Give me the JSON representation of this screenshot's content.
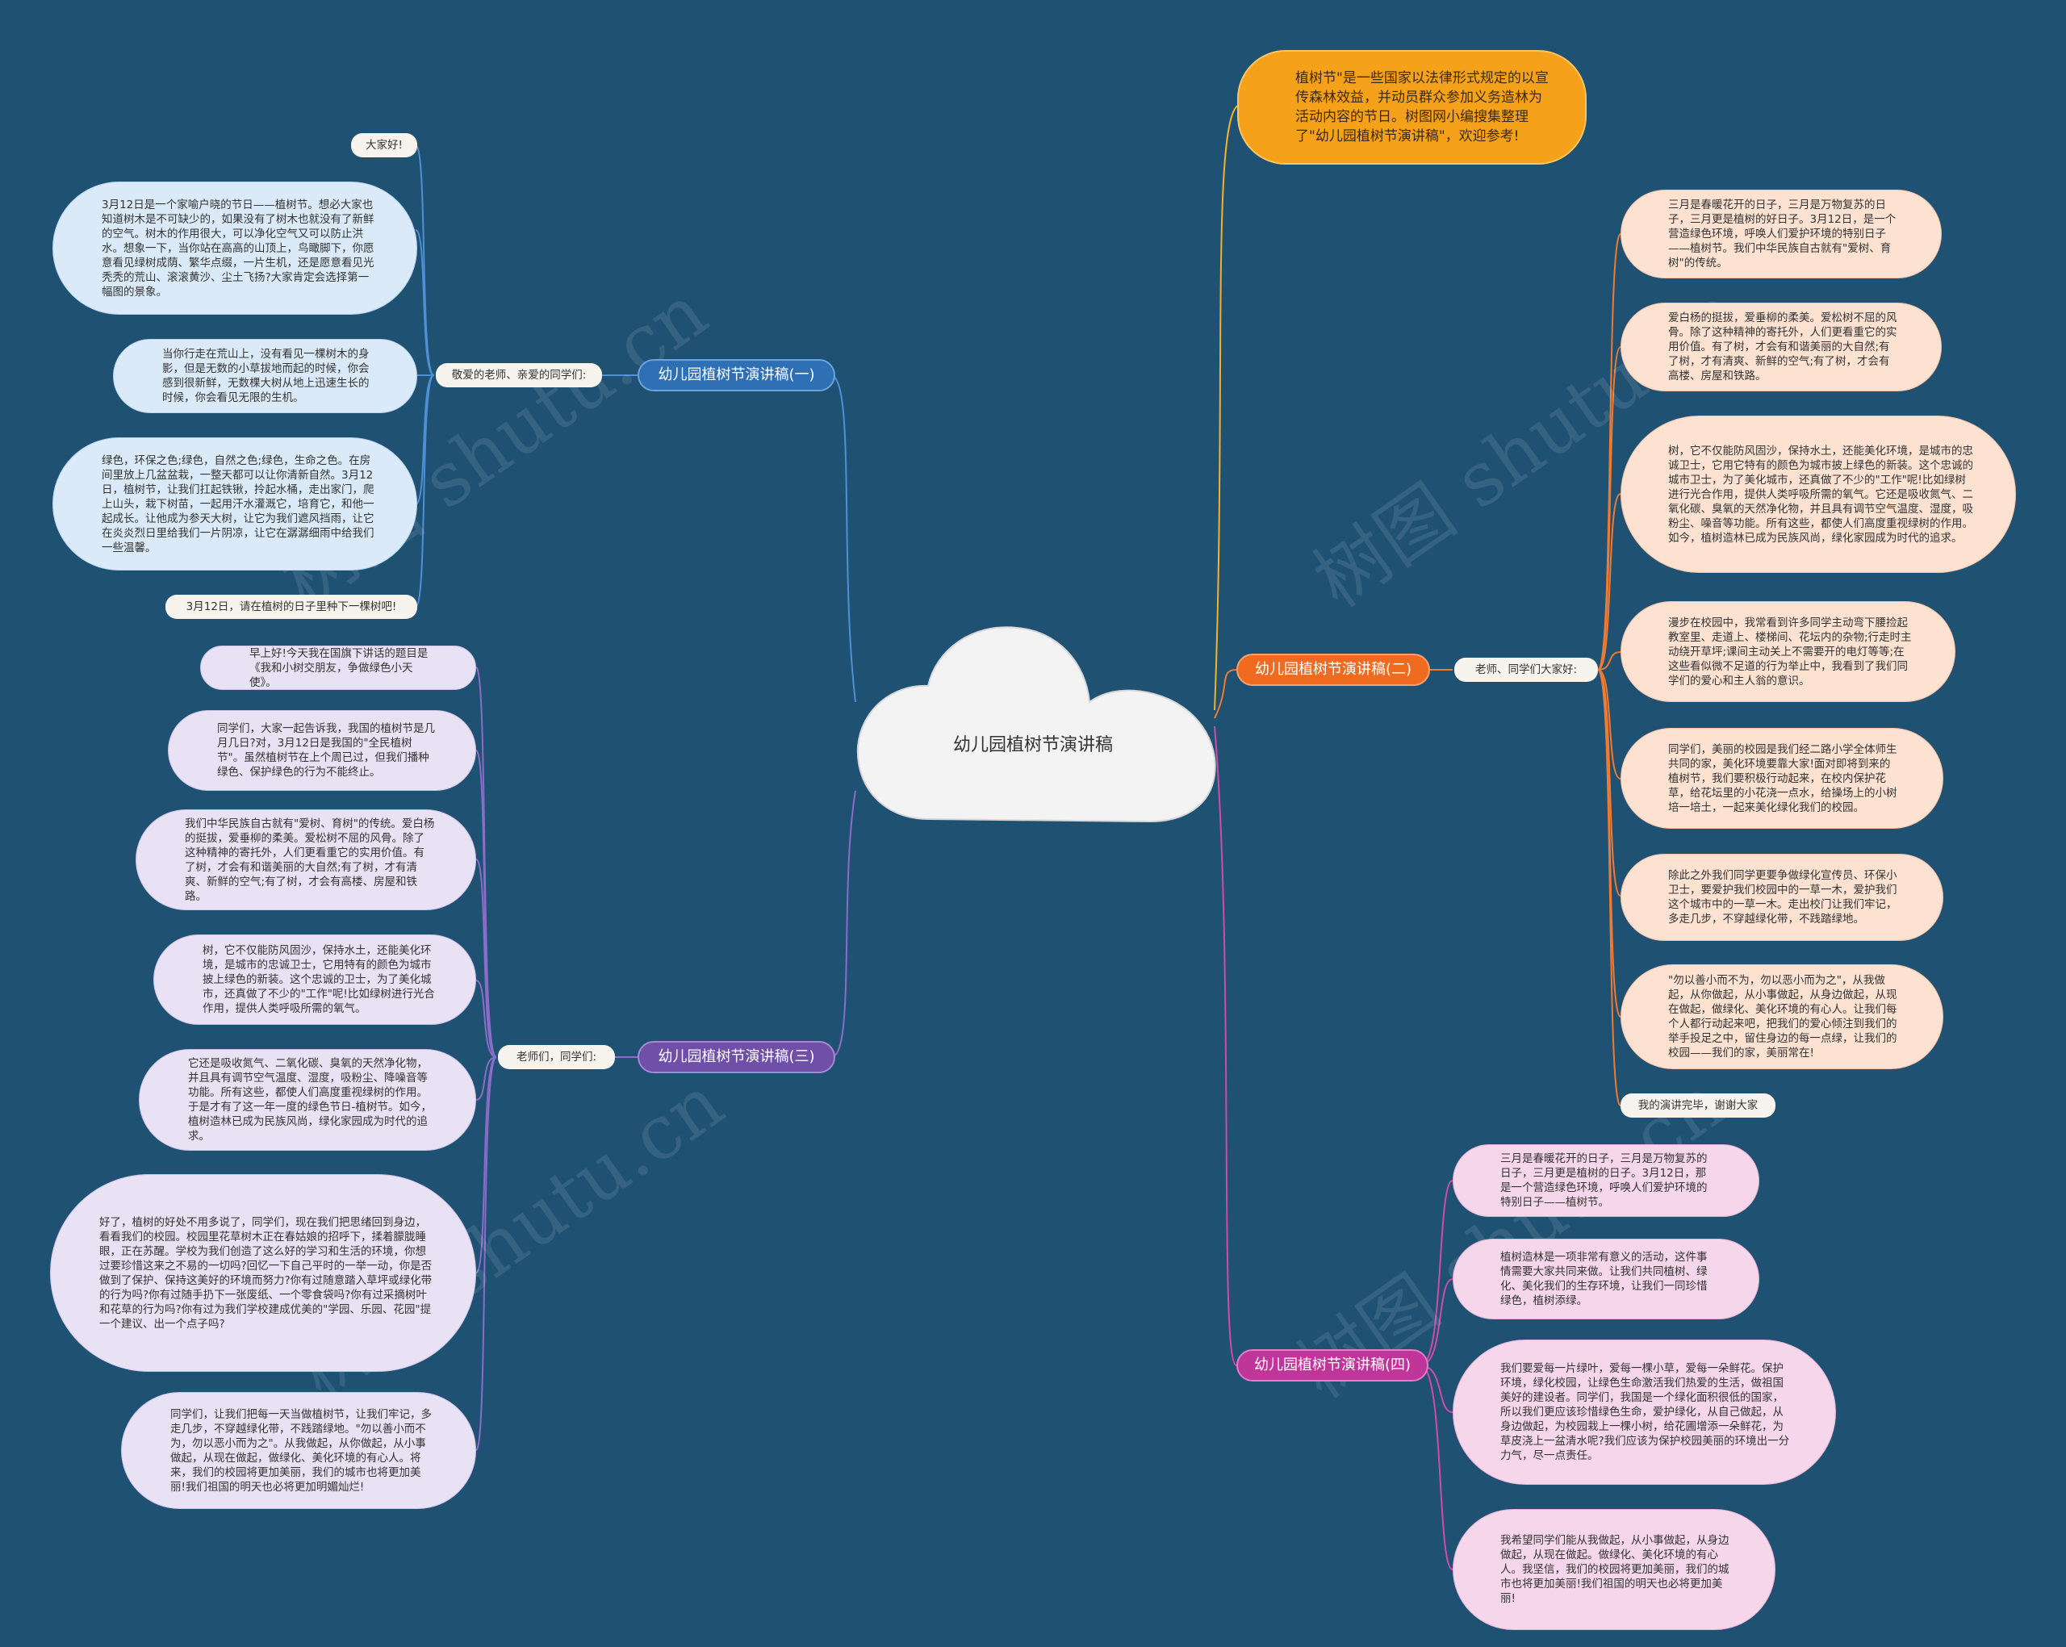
{
  "center": "幼儿园植树节演讲稿",
  "intro": "植树节\"是一些国家以法律形式规定的以宣传森林效益，并动员群众参加义务造林为活动内容的节日。树图网小编搜集整理了\"幼儿园植树节演讲稿\"，欢迎参考!",
  "watermark": "树图 shutu.cn",
  "branch1": {
    "title": "幼儿园植树节演讲稿(一)",
    "sub": "敬爱的老师、亲爱的同学们:",
    "leaves": [
      "大家好!",
      "3月12日是一个家喻户晓的节日——植树节。想必大家也知道树木是不可缺少的，如果没有了树木也就没有了新鲜的空气。树木的作用很大，可以净化空气又可以防止洪水。想象一下，当你站在高高的山顶上，鸟瞰脚下，你愿意看见绿树成荫、繁华点缀，一片生机，还是愿意看见光秃秃的荒山、滚滚黄沙、尘土飞扬?大家肯定会选择第一幅图的景象。",
      "当你行走在荒山上，没有看见一棵树木的身影，但是无数的小草拔地而起的时候，你会感到很新鲜，无数棵大树从地上迅速生长的时候，你会看见无限的生机。",
      "绿色，环保之色;绿色，自然之色;绿色，生命之色。在房间里放上几盆盆栽，一整天都可以让你清新自然。3月12日，植树节，让我们扛起铁锹，拎起水桶，走出家门，爬上山头，栽下树苗，一起用汗水灌溉它，培育它，和他一起成长。让他成为参天大树，让它为我们遮风挡雨，让它在炎炎烈日里给我们一片阴凉，让它在潺潺细雨中给我们一些温馨。",
      "3月12日，请在植树的日子里种下一棵树吧!"
    ]
  },
  "branch2": {
    "title": "幼儿园植树节演讲稿(二)",
    "sub": "老师、同学们大家好:",
    "leaves": [
      "三月是春暖花开的日子，三月是万物复苏的日子，三月更是植树的好日子。3月12日，是一个营造绿色环境，呼唤人们爱护环境的特别日子——植树节。我们中华民族自古就有\"爱树、育树\"的传统。",
      "爱白杨的挺拔，爱垂柳的柔美。爱松树不屈的风骨。除了这种精神的寄托外，人们更看重它的实用价值。有了树，才会有和谐美丽的大自然;有了树，才有清爽、新鲜的空气;有了树，才会有高楼、房屋和铁路。",
      "树，它不仅能防风固沙，保持水土，还能美化环境，是城市的忠诚卫士，它用它特有的颜色为城市披上绿色的新装。这个忠诚的城市卫士，为了美化城市，还真做了不少的\"工作\"呢!比如绿树进行光合作用，提供人类呼吸所需的氧气。它还是吸收氮气、二氧化碳、臭氧的天然净化物，并且具有调节空气温度、湿度，吸粉尘、噪音等功能。所有这些，都使人们高度重视绿树的作用。如今，植树造林已成为民族风尚，绿化家园成为时代的追求。",
      "漫步在校园中，我常看到许多同学主动弯下腰捡起教室里、走道上、楼梯间、花坛内的杂物;行走时主动绕开草坪;课间主动关上不需要开的电灯等等;在这些看似微不足道的行为举止中，我看到了我们同学们的爱心和主人翁的意识。",
      "同学们，美丽的校园是我们经二路小学全体师生共同的家，美化环境要靠大家!面对即将到来的植树节，我们要积极行动起来，在校内保护花草，给花坛里的小花浇一点水，给操场上的小树培一培土，一起来美化绿化我们的校园。",
      "除此之外我们同学更要争做绿化宣传员、环保小卫士，要爱护我们校园中的一草一木，爱护我们这个城市中的一草一木。走出校门让我们牢记，多走几步，不穿越绿化带，不践踏绿地。",
      "\"勿以善小而不为，勿以恶小而为之\"，从我做起，从你做起，从小事做起，从身边做起，从现在做起，做绿化、美化环境的有心人。让我们每个人都行动起来吧，把我们的爱心倾注到我们的举手投足之中，留住身边的每一点绿，让我们的校园——我们的家，美丽常在!",
      "我的演讲完毕，谢谢大家"
    ]
  },
  "branch3": {
    "title": "幼儿园植树节演讲稿(三)",
    "sub": "老师们，同学们:",
    "leaves": [
      "早上好!今天我在国旗下讲话的题目是《我和小树交朋友，争做绿色小天使》。",
      "同学们，大家一起告诉我，我国的植树节是几月几日?对，3月12日是我国的\"全民植树节\"。虽然植树节在上个周已过，但我们播种绿色、保护绿色的行为不能终止。",
      "我们中华民族自古就有\"爱树、育树\"的传统。爱白杨的挺拔，爱垂柳的柔美。爱松树不屈的风骨。除了这种精神的寄托外，人们更看重它的实用价值。有了树，才会有和谐美丽的大自然;有了树，才有清爽、新鲜的空气;有了树，才会有高楼、房屋和铁路。",
      "树，它不仅能防风固沙，保持水土，还能美化环境，是城市的忠诚卫士，它用特有的颜色为城市披上绿色的新装。这个忠诚的卫士，为了美化城市，还真做了不少的\"工作\"呢!比如绿树进行光合作用，提供人类呼吸所需的氧气。",
      "它还是吸收氮气、二氧化碳、臭氧的天然净化物，并且具有调节空气温度、湿度，吸粉尘、降噪音等功能。所有这些，都使人们高度重视绿树的作用。于是才有了这一年一度的绿色节日-植树节。如今，植树造林已成为民族风尚，绿化家园成为时代的追求。",
      "好了，植树的好处不用多说了，同学们，现在我们把思绪回到身边，看看我们的校园。校园里花草树木正在春姑娘的招呼下，揉着朦胧睡眼，正在苏醒。学校为我们创造了这么好的学习和生活的环境，你想过要珍惜这来之不易的一切吗?回忆一下自己平时的一举一动，你是否做到了保护、保持这美好的环境而努力?你有过随意踏入草坪或绿化带的行为吗?你有过随手扔下一张废纸、一个零食袋吗?你有过采摘树叶和花草的行为吗?你有过为我们学校建成优美的\"学园、乐园、花园\"提一个建议、出一个点子吗?",
      "同学们，让我们把每一天当做植树节，让我们牢记，多走几步，不穿越绿化带，不践踏绿地。\"勿以善小而不为，勿以恶小而为之\"。从我做起，从你做起，从小事做起，从现在做起，做绿化、美化环境的有心人。将来，我们的校园将更加美丽，我们的城市也将更加美丽!我们祖国的明天也必将更加明媚灿烂!"
    ]
  },
  "branch4": {
    "title": "幼儿园植树节演讲稿(四)",
    "leaves": [
      "三月是春暖花开的日子，三月是万物复苏的日子，三月更是植树的日子。3月12日，那是一个营造绿色环境，呼唤人们爱护环境的特别日子——植树节。",
      "植树造林是一项非常有意义的活动，这件事情需要大家共同来做。让我们共同植树、绿化、美化我们的生存环境，让我们一同珍惜绿色，植树添绿。",
      "我们要爱每一片绿叶，爱每一棵小草，爱每一朵鲜花。保护环境，绿化校园，让绿色生命激活我们热爱的生活，做祖国美好的建设者。同学们，我国是一个绿化面积很低的国家，所以我们更应该珍惜绿色生命，爱护绿化，从自己做起，从身边做起，为校园栽上一棵小树，给花圃增添一朵鲜花，为草皮浇上一盆清水呢?我们应该为保护校园美丽的环境出一分力气，尽一点责任。",
      "我希望同学们能从我做起，从小事做起，从身边做起，从现在做起。做绿化、美化环境的有心人。我坚信，我们的校园将更加美丽，我们的城市也将更加美丽!我们祖国的明天也必将更加美丽!"
    ]
  },
  "colors": {
    "background": "#1f5173",
    "branch1": "#2f6fb3",
    "branch2": "#f06b1f",
    "branch3": "#6f4fa8",
    "branch4": "#c0359a",
    "intro": "#f6a11a"
  }
}
